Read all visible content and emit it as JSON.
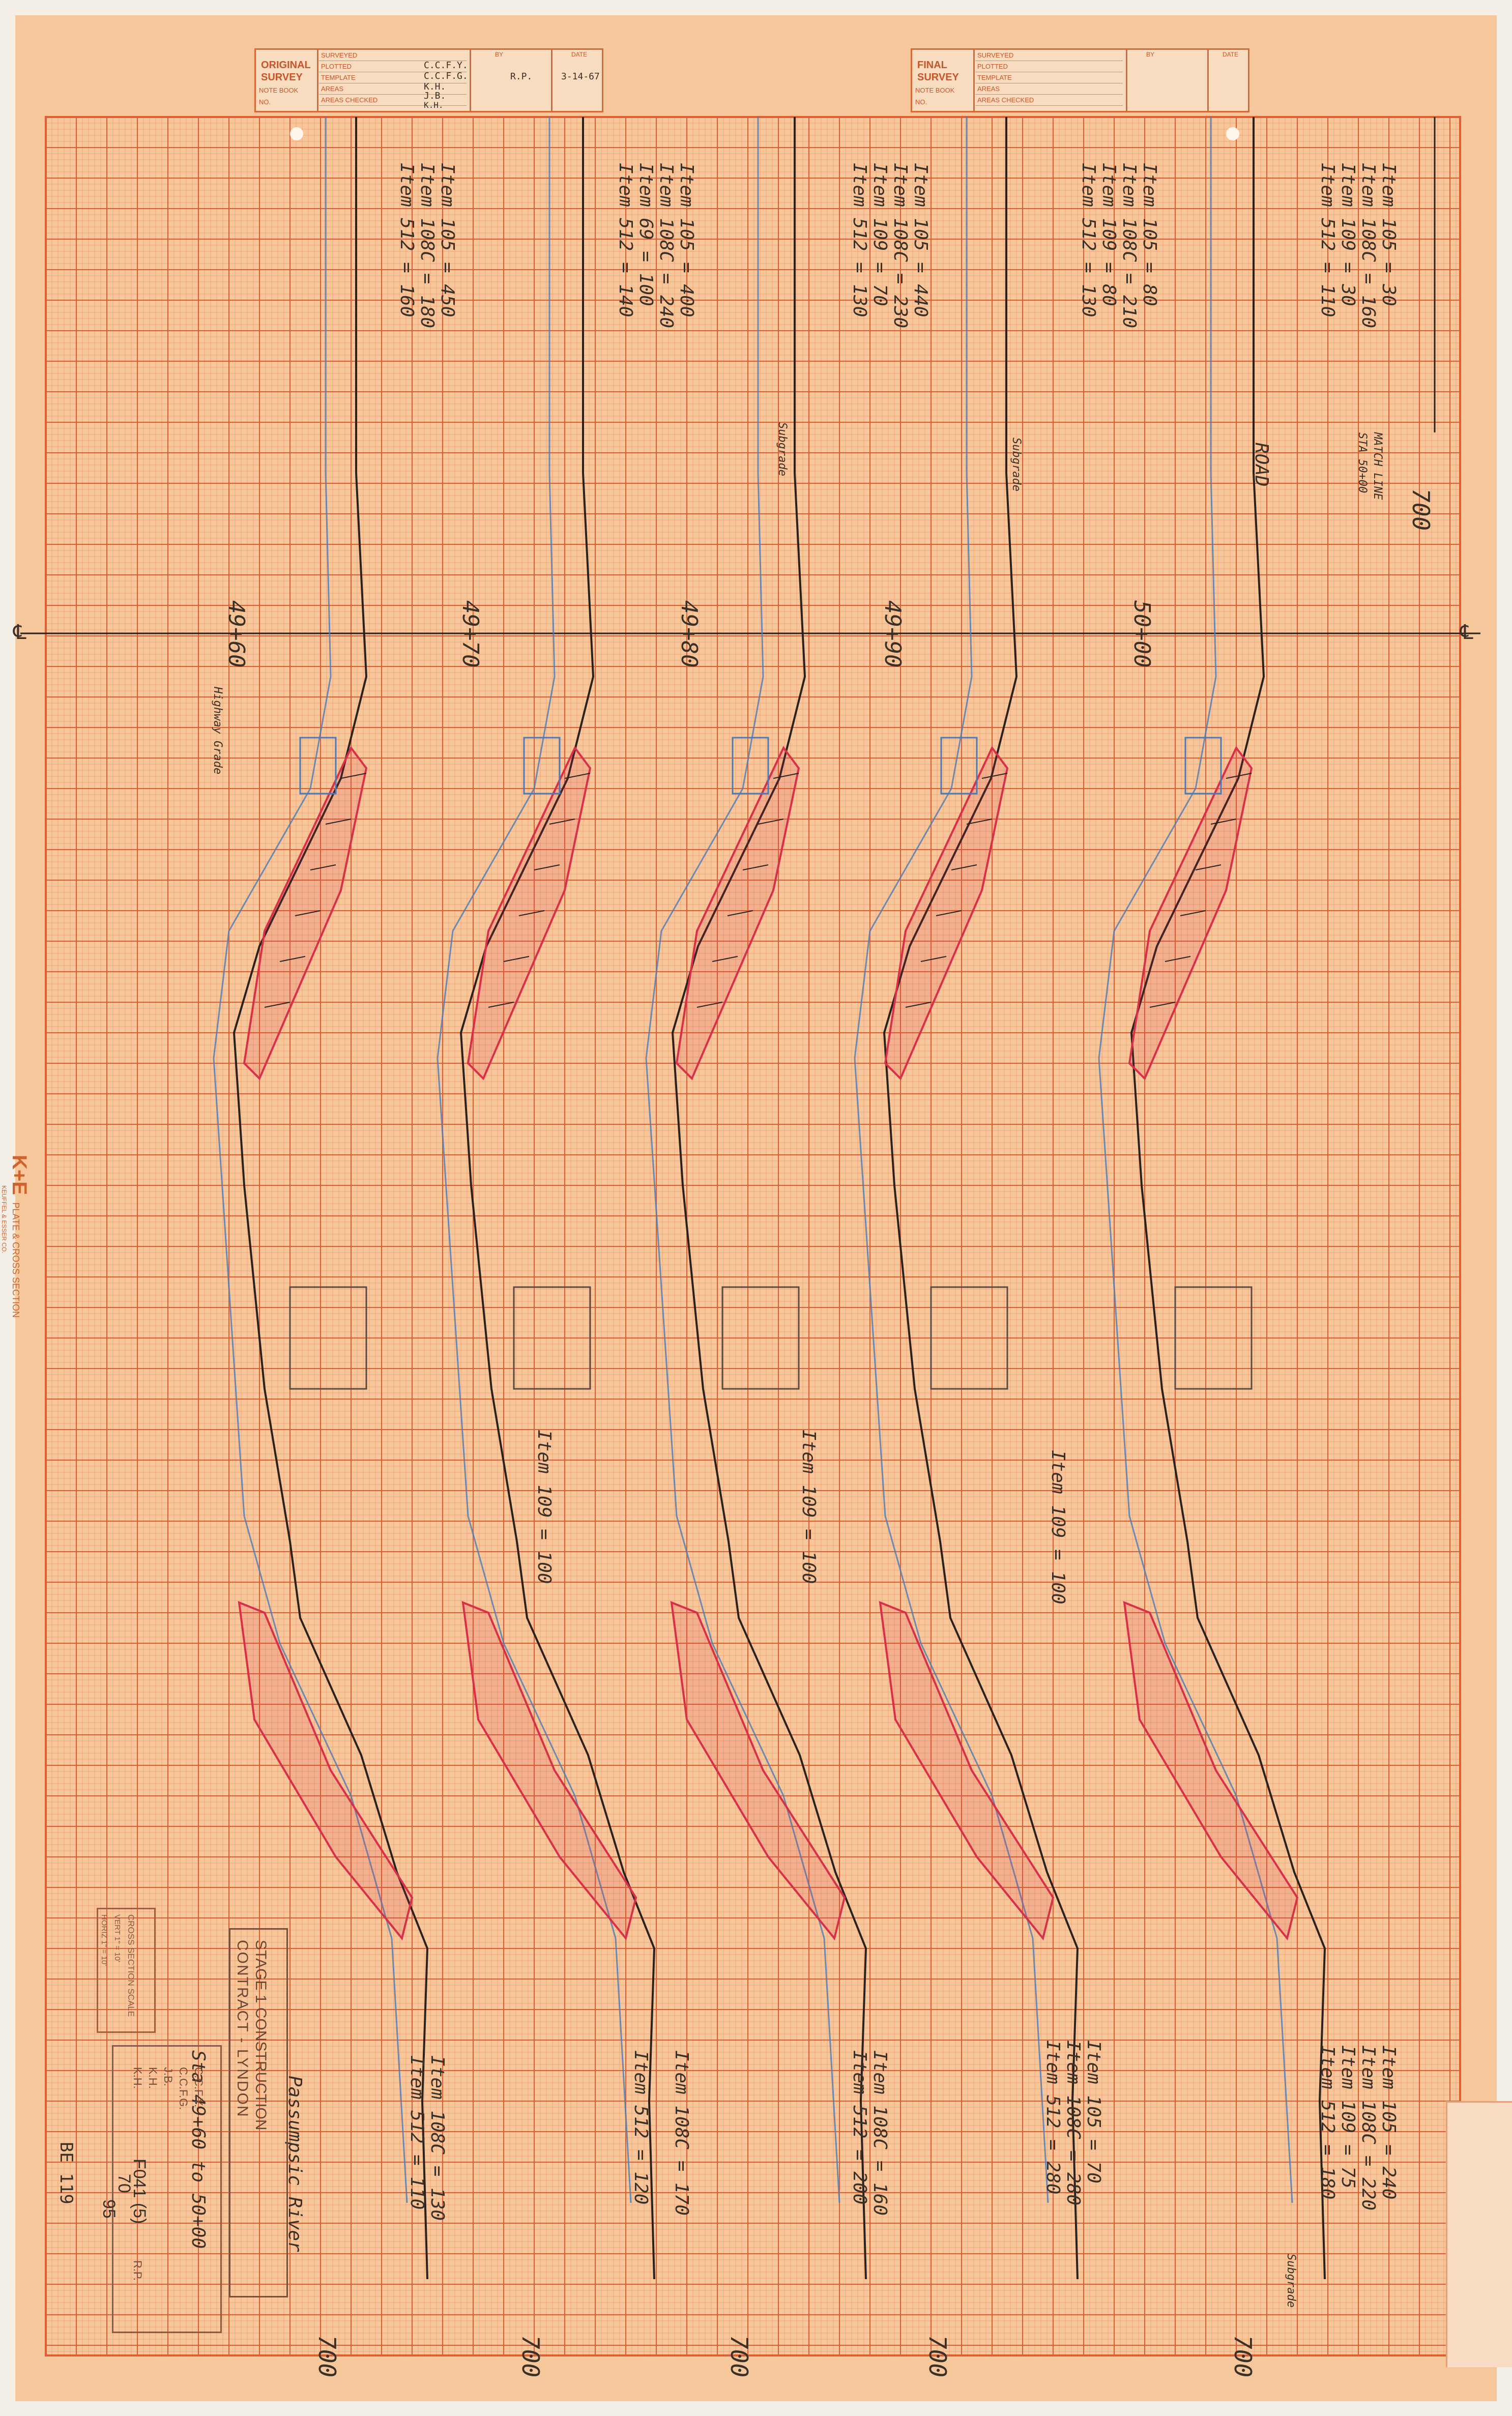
{
  "original_survey": {
    "title": "ORIGINAL SURVEY",
    "rows": [
      "SURVEYED",
      "PLOTTED",
      "TEMPLATE",
      "AREAS",
      "AREAS CHECKED"
    ],
    "note_book": "NOTE BOOK",
    "no": "NO.",
    "col_by": "BY",
    "col_date": "DATE",
    "entries": [
      "C.C.F.Y.",
      "C.C.F.G.",
      "K.H.",
      "J.B.",
      "K.H."
    ],
    "checker": "R.P.",
    "date": "3-14-67"
  },
  "final_survey": {
    "title": "FINAL SURVEY",
    "rows": [
      "SURVEYED",
      "PLOTTED",
      "TEMPLATE",
      "AREAS",
      "AREAS CHECKED"
    ],
    "note_book": "NOTE BOOK",
    "no": "NO.",
    "col_by": "BY",
    "col_date": "DATE"
  },
  "centerline_marks": [
    "℄",
    "℄"
  ],
  "stations": [
    "49+60",
    "49+70",
    "49+80",
    "49+90",
    "50+00"
  ],
  "top_item_lists": [
    [
      "Item 105 = 450",
      "Item 108C = 180",
      "Item 512 = 160"
    ],
    [
      "Item 105 = 400",
      "Item 108C = 240",
      "Item 69 = 100",
      "Item 512 = 140"
    ],
    [
      "Item 105 = 440",
      "Item 108C = 230",
      "Item 109 = 70",
      "Item 512 = 130"
    ],
    [
      "Item 105 = 80",
      "Item 108C = 210",
      "Item 109 = 80",
      "Item 512 = 130"
    ],
    [
      "Item 105 = 30",
      "Item 108C = 160",
      "Item 109 = 30",
      "Item 512 = 110"
    ]
  ],
  "bottom_item_lists": [
    [
      "Item 108C = 130",
      "Item 512 = 110"
    ],
    [
      "Item 108C = 170",
      "Item 512 = 120"
    ],
    [
      "Item 108C = 160",
      "Item 512 = 200"
    ],
    [
      "Item 105 = 70",
      "Item 108C = 280",
      "Item 512 = 280"
    ],
    [
      "Item 105 = 240",
      "Item 108C = 220",
      "Item 109 = 75",
      "Item 512 = 180"
    ]
  ],
  "mid_item_labels": [
    "Item 109 = 100",
    "Item 109 = 100",
    "Item 109 = 100"
  ],
  "label_700": [
    "700",
    "700",
    "700",
    "700",
    "700"
  ],
  "right_700": "700",
  "labels": {
    "subgrade_a": "Subgrade",
    "subgrade_b": "Subgrade",
    "subgrade_c": "Subgrade",
    "highway_grade": "Highway Grade",
    "road": "ROAD",
    "match_line": "MATCH LINE",
    "match_line_sta": "STA 50+00",
    "river": "Passumpsic River",
    "sta_range": "Sta 49+60 to 50+00"
  },
  "ke_logo": "K+E",
  "ke_title": "PLATE & CROSS SECTION",
  "ke_company": "KEUFFEL & ESSER CO.",
  "scale": {
    "title": "CROSS SECTION SCALE",
    "vert": "VERT 1\" = 10'",
    "horiz": "HORIZ 1\" = 10'"
  },
  "contract": {
    "line1": "STAGE 1 CONSTRUCTION",
    "line2": "CONTRACT - LYNDON"
  },
  "record": {
    "by": "C.C.F.Y.",
    "plot": "C.C.F.G.",
    "tmpl": "J.B.",
    "areas": "K.H.",
    "chk": "K.H.",
    "rp": "R.P.",
    "sheet": "F041 (5)",
    "num": "70",
    "num2": "95",
    "book": "BE 119"
  },
  "colors": {
    "paper": "#f6c79a",
    "grid_fine": "#f1a578",
    "grid_bold": "#df5e33",
    "ground_line": "#2b2220",
    "proposed_red": "#d9304a",
    "proposed_blue": "#4a7ab8"
  }
}
